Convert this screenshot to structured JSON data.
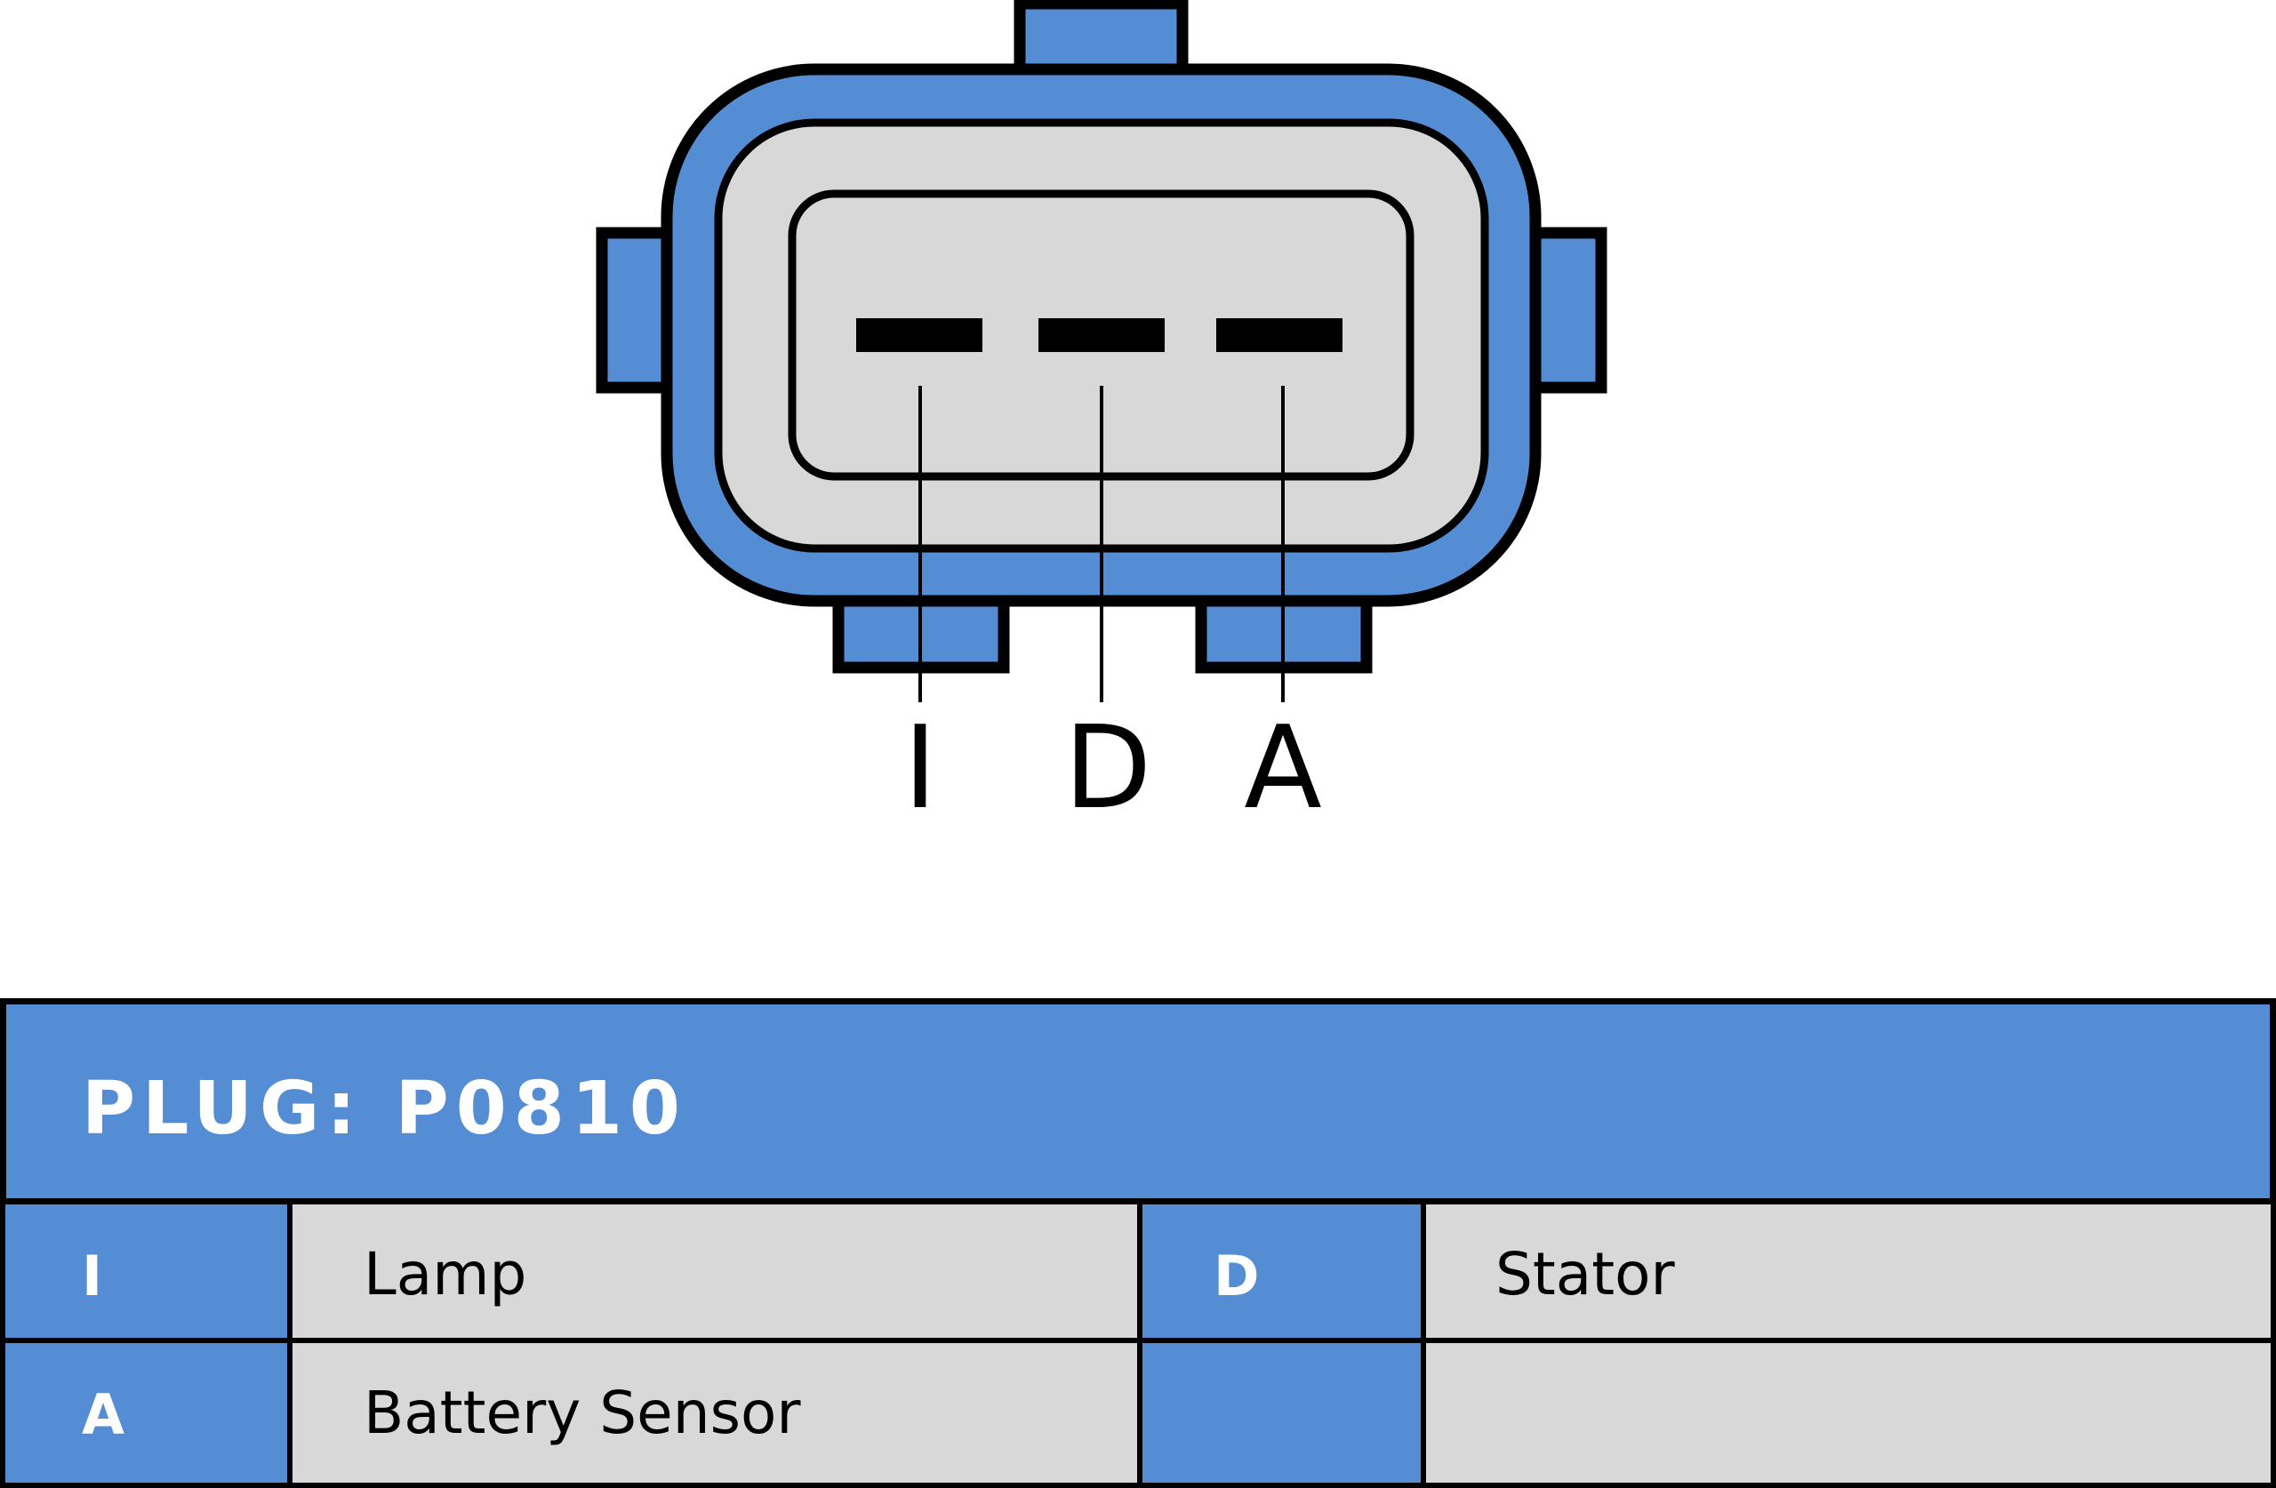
{
  "diagram": {
    "title": "Connector face view",
    "colors": {
      "blue": "#558DD5",
      "gray": "#D8D8D8",
      "stroke": "#000000"
    },
    "pins": [
      {
        "id": "I",
        "label": "I"
      },
      {
        "id": "D",
        "label": "D"
      },
      {
        "id": "A",
        "label": "A"
      }
    ]
  },
  "table": {
    "header": "PLUG: P0810",
    "rows": [
      {
        "left_key": "I",
        "left_value": "Lamp",
        "right_key": "D",
        "right_value": "Stator"
      },
      {
        "left_key": "A",
        "left_value": "Battery Sensor",
        "right_key": "",
        "right_value": ""
      }
    ]
  }
}
